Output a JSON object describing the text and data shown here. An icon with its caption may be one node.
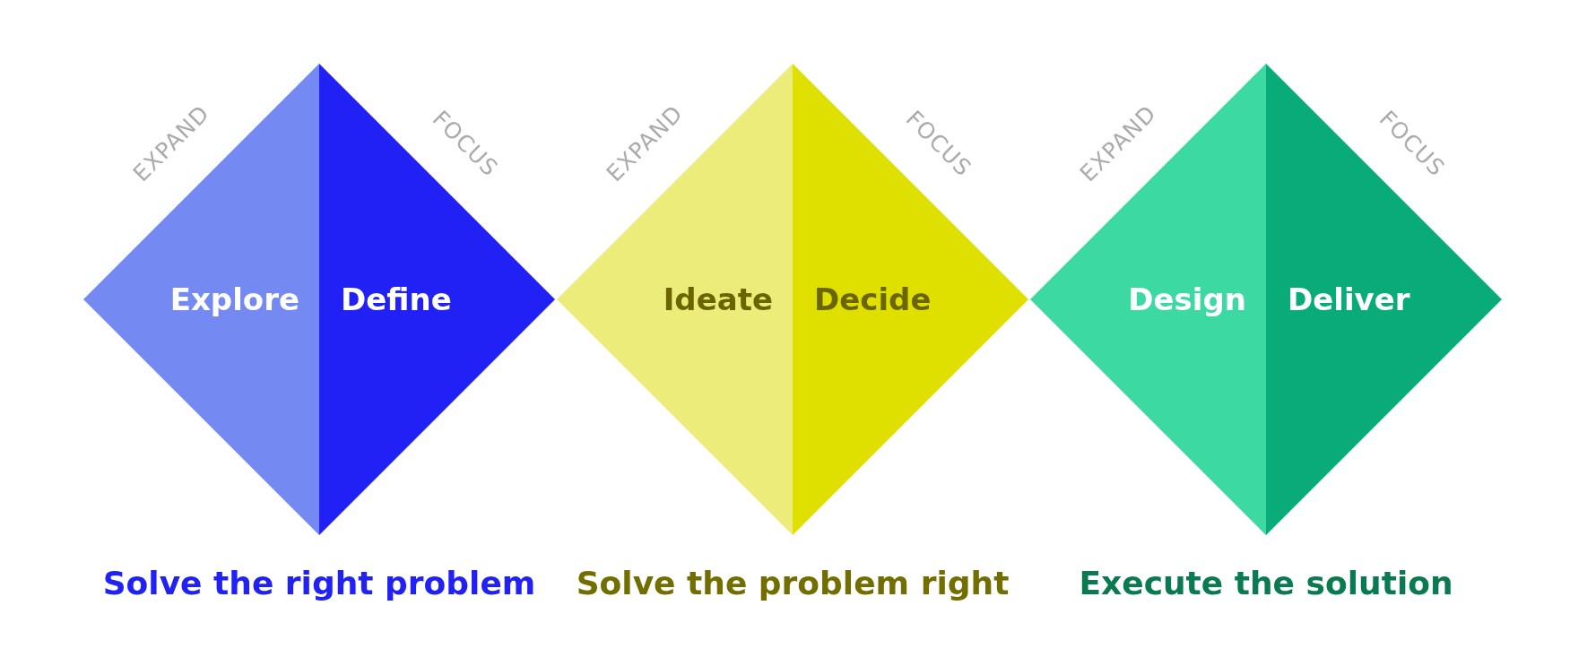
{
  "diagram": {
    "nodes": [
      {
        "text": [
          "Explore"
        ]
      },
      {
        "text": [
          "Define"
        ]
      },
      {
        "text": [
          "Ideate"
        ]
      },
      {
        "text": [
          "Decide"
        ]
      },
      {
        "text": [
          "Design"
        ]
      },
      {
        "text": [
          "Deliver"
        ]
      }
    ],
    "labels": [
      "EXPAND",
      "FOCUS",
      "EXPAND",
      "FOCUS",
      "EXPAND",
      "FOCUS",
      "Solve the right problem",
      "Solve the problem right",
      "Execute the solution"
    ]
  }
}
